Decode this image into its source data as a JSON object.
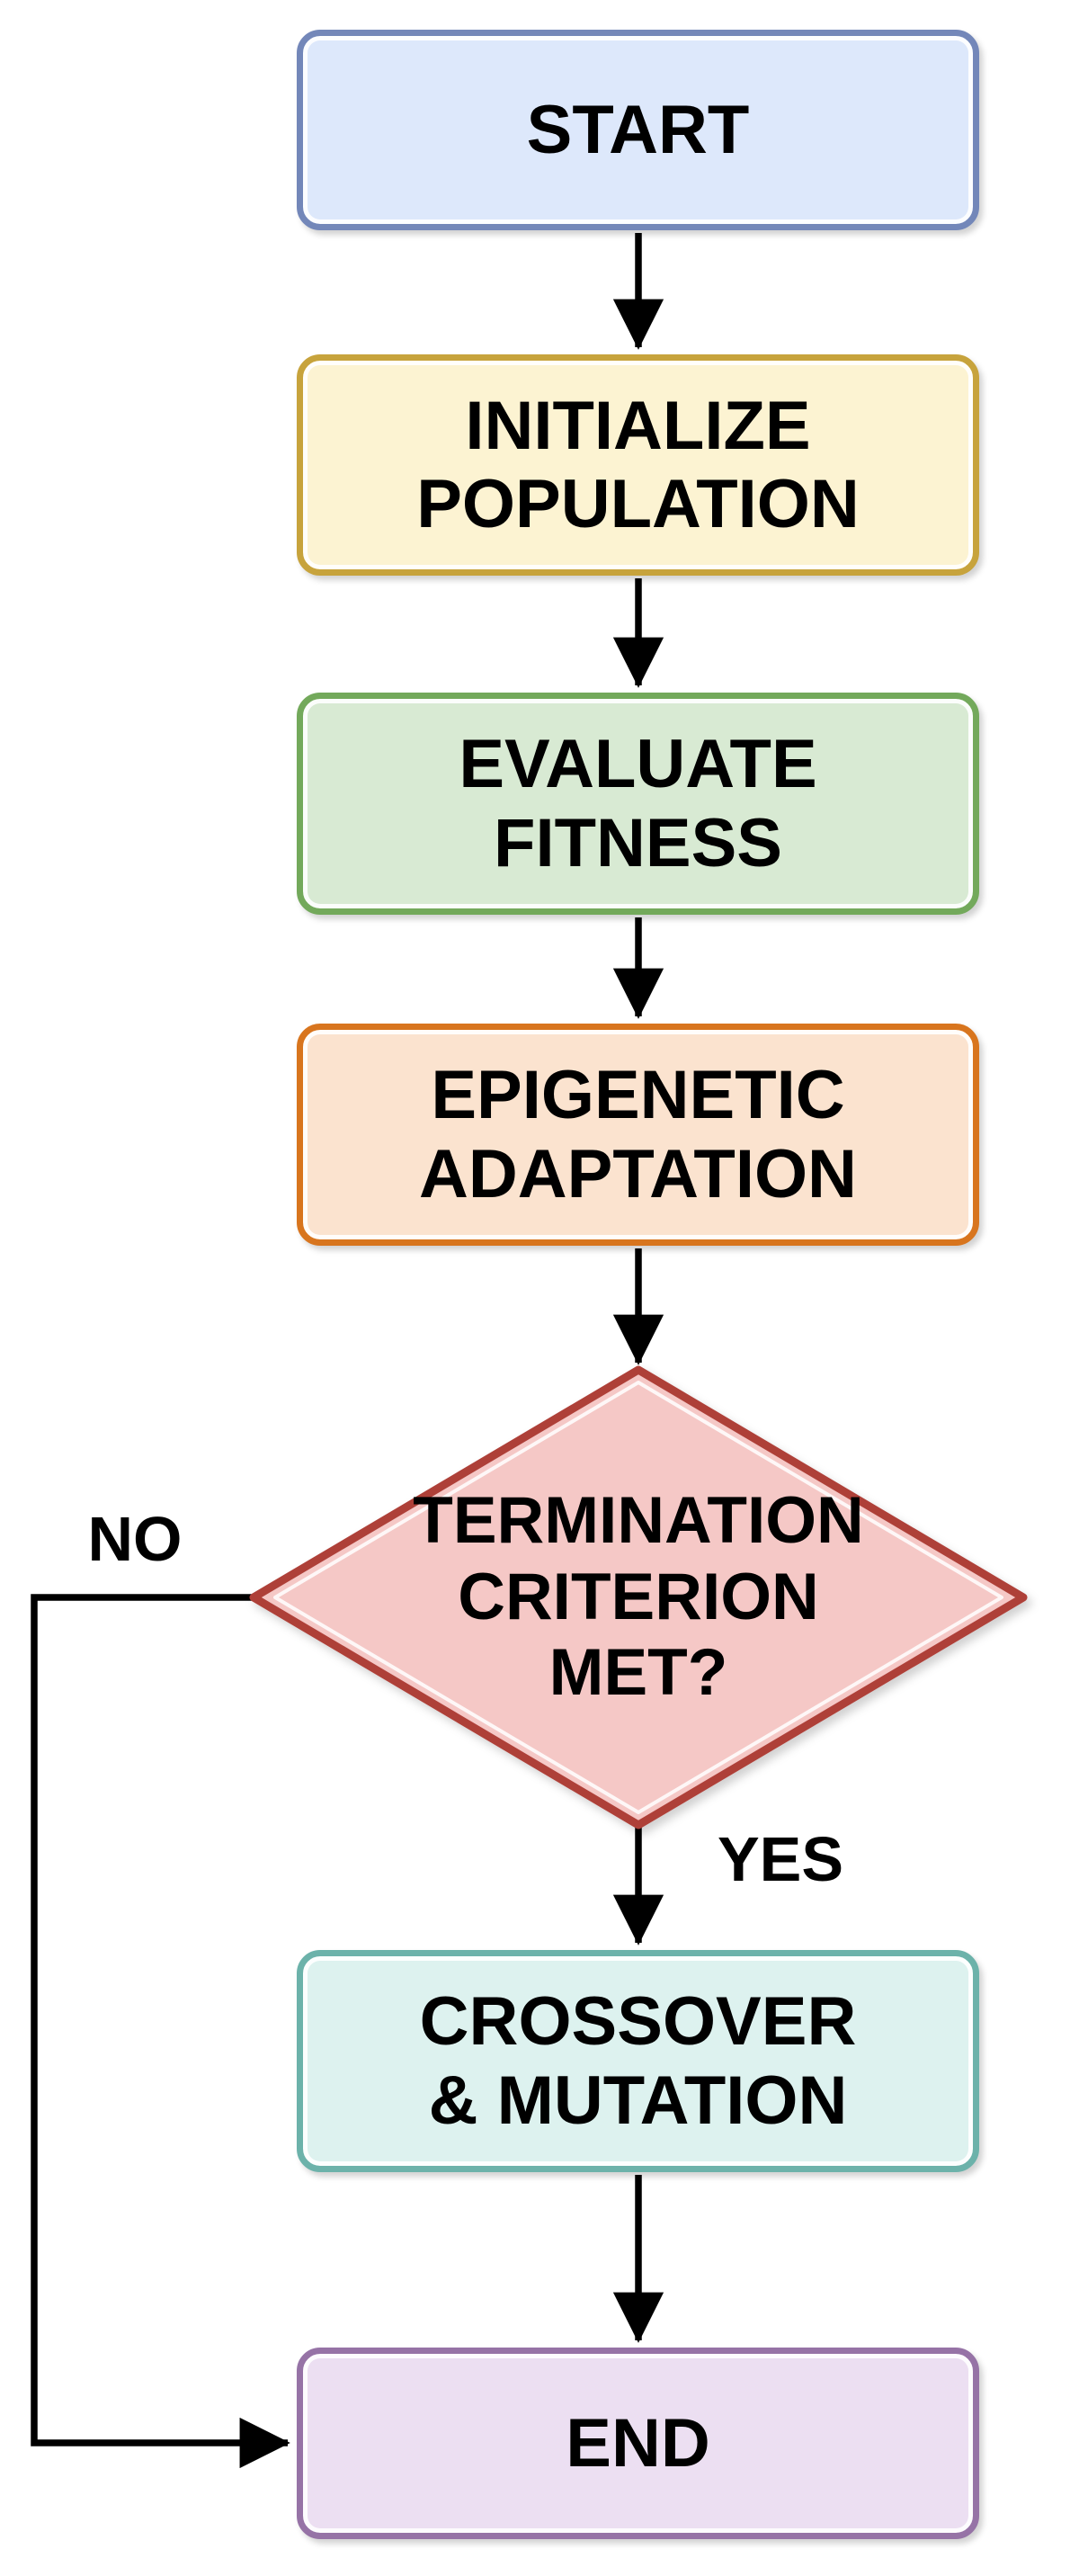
{
  "diagram_type": "flowchart",
  "arrow_color": "#000000",
  "background": "#ffffff",
  "nodes": [
    {
      "id": "start",
      "type": "terminator",
      "label": "START",
      "lines": [
        "START"
      ],
      "fill": "#dde8fb",
      "stroke": "#7387b9"
    },
    {
      "id": "initialize-population",
      "type": "process",
      "label": "INITIALIZE POPULATION",
      "lines": [
        "INITIALIZE",
        "POPULATION"
      ],
      "fill": "#fcf3d2",
      "stroke": "#c7a33c"
    },
    {
      "id": "evaluate-fitness",
      "type": "process",
      "label": "EVALUATE FITNESS",
      "lines": [
        "EVALUATE",
        "FITNESS"
      ],
      "fill": "#d8ead3",
      "stroke": "#73a95b"
    },
    {
      "id": "epigenetic-adaptation",
      "type": "process",
      "label": "EPIGENETIC ADAPTATION",
      "lines": [
        "EPIGENETIC",
        "ADAPTATION"
      ],
      "fill": "#fbe3cf",
      "stroke": "#d8751e"
    },
    {
      "id": "termination-decision",
      "type": "decision",
      "label": "TERMINATION CRITERION MET?",
      "lines": [
        "TERMINATION",
        "CRITERION",
        "MET?"
      ],
      "fill": "#f5c8c6",
      "stroke": "#ae3f39"
    },
    {
      "id": "crossover-mutation",
      "type": "process",
      "label": "CROSSOVER & MUTATION",
      "lines": [
        "CROSSOVER",
        "& MUTATION"
      ],
      "fill": "#ddf2ef",
      "stroke": "#6cb2aa"
    },
    {
      "id": "end",
      "type": "terminator",
      "label": "END",
      "lines": [
        "END"
      ],
      "fill": "#ecdff2",
      "stroke": "#9673a6"
    }
  ],
  "edges": [
    {
      "from": "start",
      "to": "initialize-population",
      "label": ""
    },
    {
      "from": "initialize-population",
      "to": "evaluate-fitness",
      "label": ""
    },
    {
      "from": "evaluate-fitness",
      "to": "epigenetic-adaptation",
      "label": ""
    },
    {
      "from": "epigenetic-adaptation",
      "to": "termination-decision",
      "label": ""
    },
    {
      "from": "termination-decision",
      "to": "crossover-mutation",
      "label": "YES"
    },
    {
      "from": "crossover-mutation",
      "to": "end",
      "label": ""
    },
    {
      "from": "termination-decision",
      "to": "end",
      "label": "NO"
    }
  ]
}
